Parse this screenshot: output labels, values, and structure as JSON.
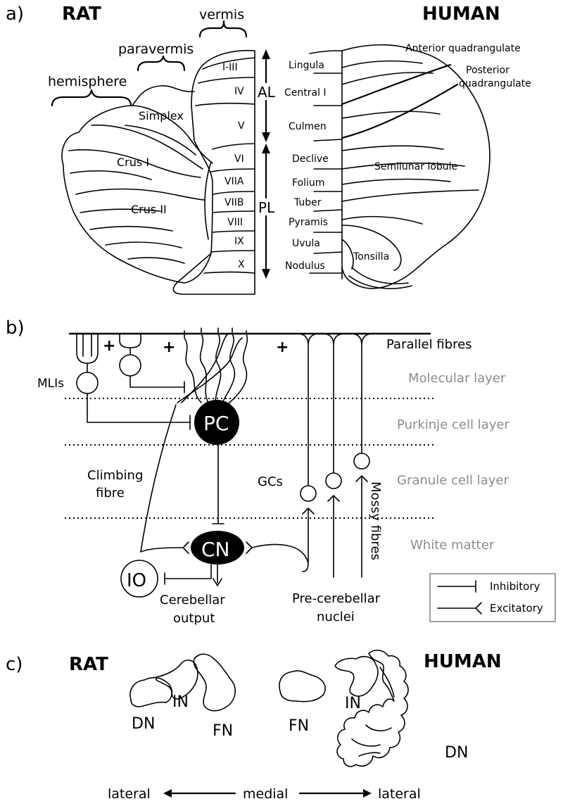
{
  "panel_a": {
    "panel_label": "a)",
    "rat_title": "RAT",
    "human_title": "HUMAN",
    "regions": {
      "vermis": "vermis",
      "paravermis": "paravermis",
      "hemisphere": "hemisphere"
    },
    "rat_lobules": [
      "I-III",
      "IV",
      "V",
      "VI",
      "VIIA",
      "VIIB",
      "VIII",
      "IX",
      "X"
    ],
    "rat_hemisphere_lobules": {
      "simplex": "Simplex",
      "crus1": "Crus I",
      "crus2": "Crus II"
    },
    "lobe_labels": {
      "anterior": "AL",
      "posterior": "PL"
    },
    "human_vermis": [
      "Lingula",
      "Central I",
      "Culmen",
      "Declive",
      "Folium",
      "Tuber",
      "Pyramis",
      "Uvula",
      "Nodulus"
    ],
    "human_hemisphere": {
      "anterior_quad": "Anterior quadrangulate",
      "posterior_quad_1": "Posterior",
      "posterior_quad_2": "quadrangulate",
      "semilunar": "Semilunar lobule",
      "tonsilla": "Tonsilla"
    }
  },
  "panel_b": {
    "panel_label": "b)",
    "plus": "+",
    "parallel_fibres": "Parallel fibres",
    "layers": {
      "molecular": "Molecular layer",
      "purkinje": "Purkinje cell layer",
      "granule": "Granule cell layer",
      "white": "White matter"
    },
    "cells": {
      "mlis": "MLIs",
      "pc": "PC",
      "cn": "CN",
      "io": "IO",
      "gcs": "GCs",
      "climbing_1": "Climbing",
      "climbing_2": "fibre",
      "mossy": "Mossy fibres",
      "output_1": "Cerebellar",
      "output_2": "output",
      "precereb_1": "Pre-cerebellar",
      "precereb_2": "nuclei"
    },
    "legend": {
      "inhibitory": "Inhibitory",
      "excitatory": "Excitatory"
    }
  },
  "panel_c": {
    "panel_label": "c)",
    "rat_title": "RAT",
    "human_title": "HUMAN",
    "rat_nuclei": {
      "dn": "DN",
      "in": "IN",
      "fn": "FN"
    },
    "human_nuclei": {
      "fn": "FN",
      "in": "IN",
      "dn": "DN"
    },
    "axis": {
      "left": "lateral",
      "middle": "medial",
      "right": "lateral"
    }
  }
}
